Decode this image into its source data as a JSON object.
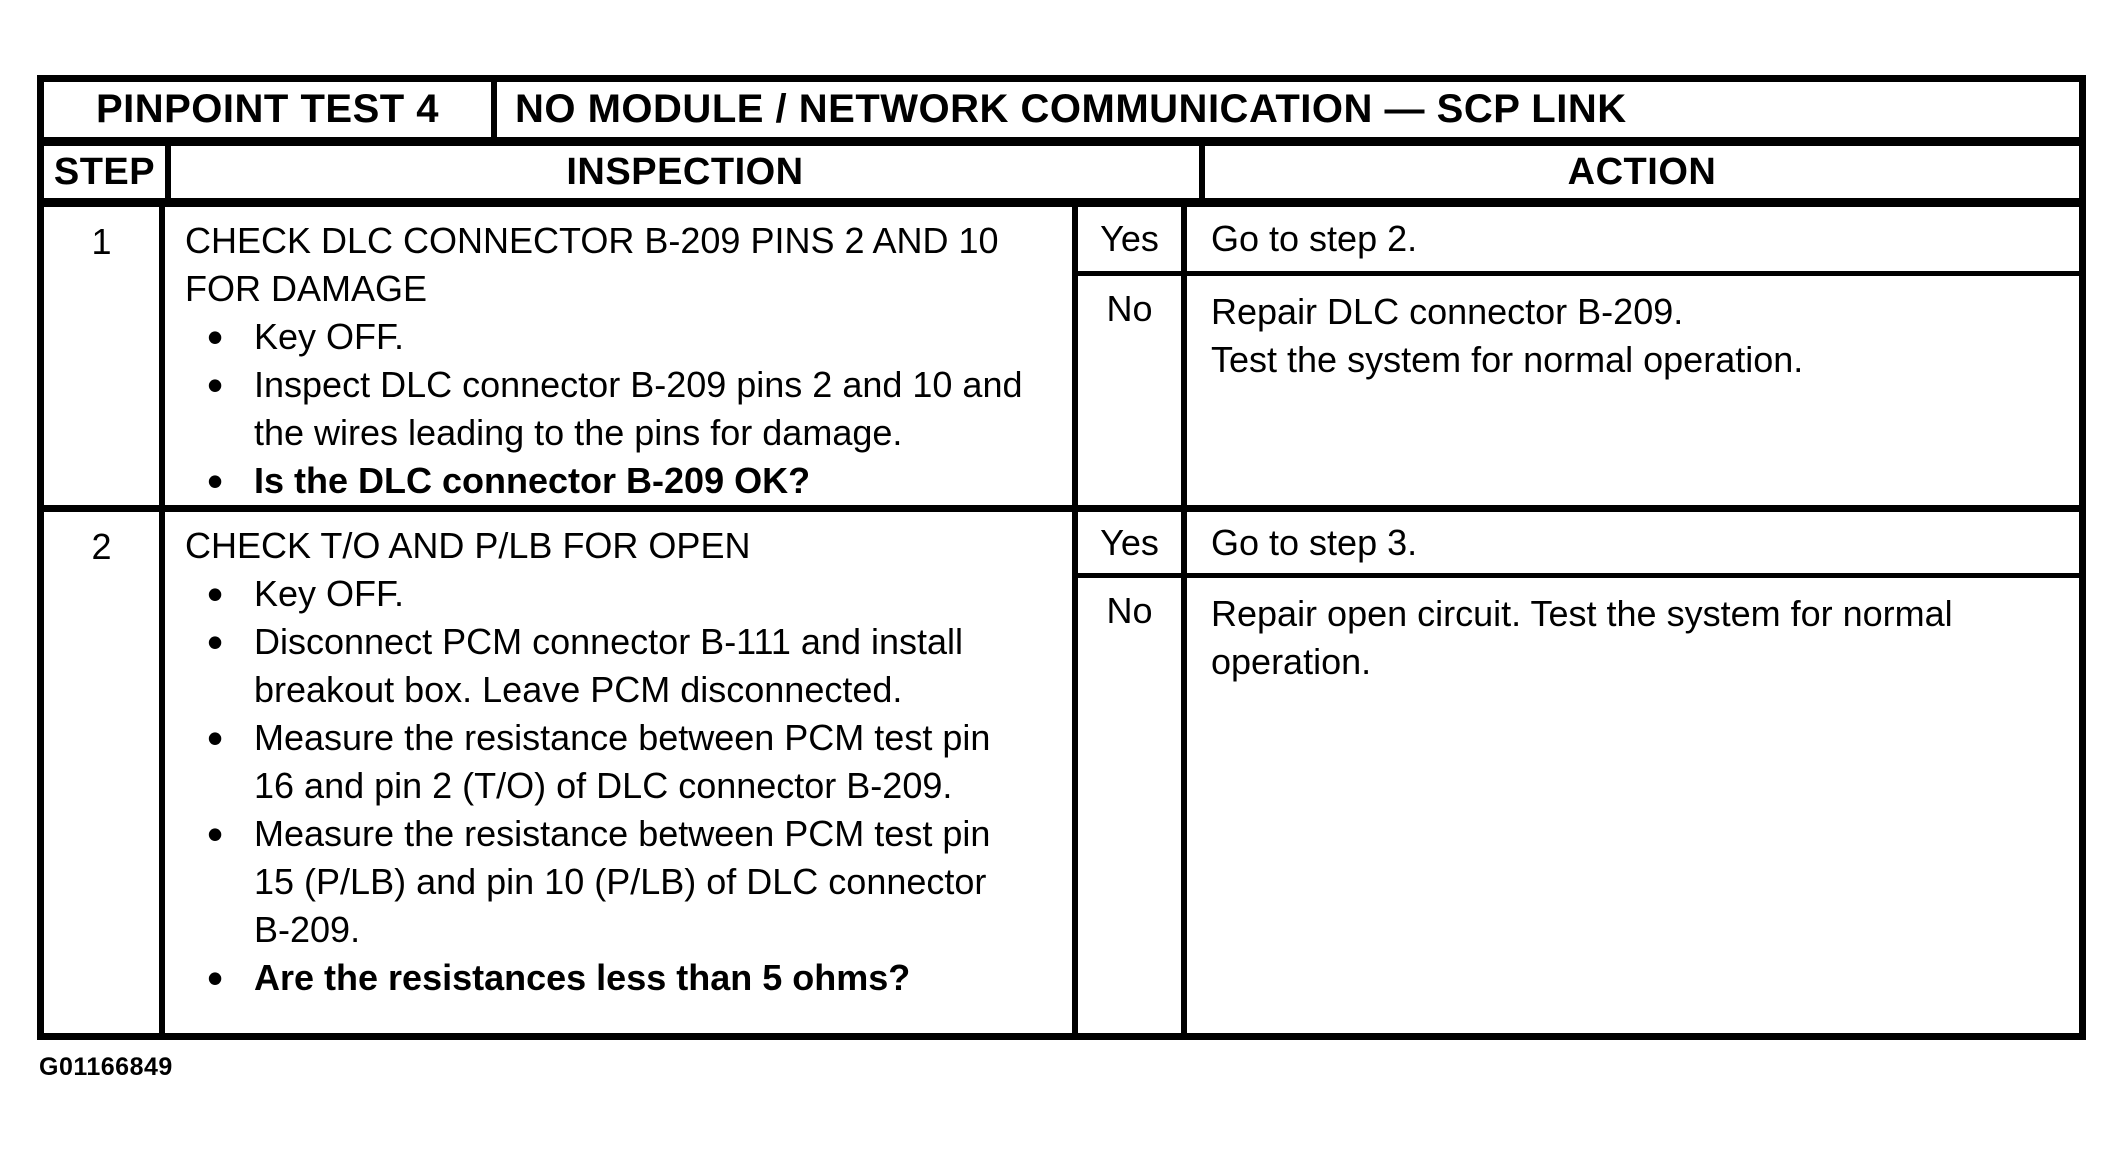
{
  "page": {
    "figure_id": "G01166849"
  },
  "colors": {
    "ink": "#000000",
    "paper": "#ffffff"
  },
  "glyphs": {
    "bullet": "•"
  },
  "table": {
    "header": {
      "test_label": "PINPOINT TEST 4",
      "test_title": "NO MODULE / NETWORK COMMUNICATION — SCP LINK",
      "col_step": "STEP",
      "col_inspection": "INSPECTION",
      "col_action": "ACTION"
    },
    "steps": [
      {
        "step": "1",
        "inspection_title": "CHECK DLC CONNECTOR B-209 PINS 2 AND 10 FOR DAMAGE",
        "bullets": [
          {
            "text": "Key OFF.",
            "bold": false
          },
          {
            "text": "Inspect DLC connector B-209 pins 2 and 10 and the wires leading to the pins for damage.",
            "bold": false
          },
          {
            "text": "Is the DLC connector B-209 OK?",
            "bold": true
          }
        ],
        "yes_label": "Yes",
        "yes_action": "Go to step 2.",
        "no_label": "No",
        "no_action_lines": [
          "Repair DLC connector B-209.",
          "Test the system for normal operation."
        ]
      },
      {
        "step": "2",
        "inspection_title": "CHECK T/O AND P/LB FOR OPEN",
        "bullets": [
          {
            "text": "Key OFF.",
            "bold": false
          },
          {
            "text": "Disconnect PCM connector B-111 and install breakout box. Leave PCM disconnected.",
            "bold": false
          },
          {
            "text": "Measure the resistance between PCM test pin 16 and pin 2 (T/O) of DLC connector B-209.",
            "bold": false
          },
          {
            "text": "Measure the resistance between PCM test pin 15 (P/LB) and pin 10 (P/LB) of DLC connector B-209.",
            "bold": false
          },
          {
            "text": "Are the resistances less than 5 ohms?",
            "bold": true
          }
        ],
        "yes_label": "Yes",
        "yes_action": "Go to step 3.",
        "no_label": "No",
        "no_action_lines": [
          "Repair open circuit. Test the system for normal operation."
        ]
      }
    ]
  }
}
